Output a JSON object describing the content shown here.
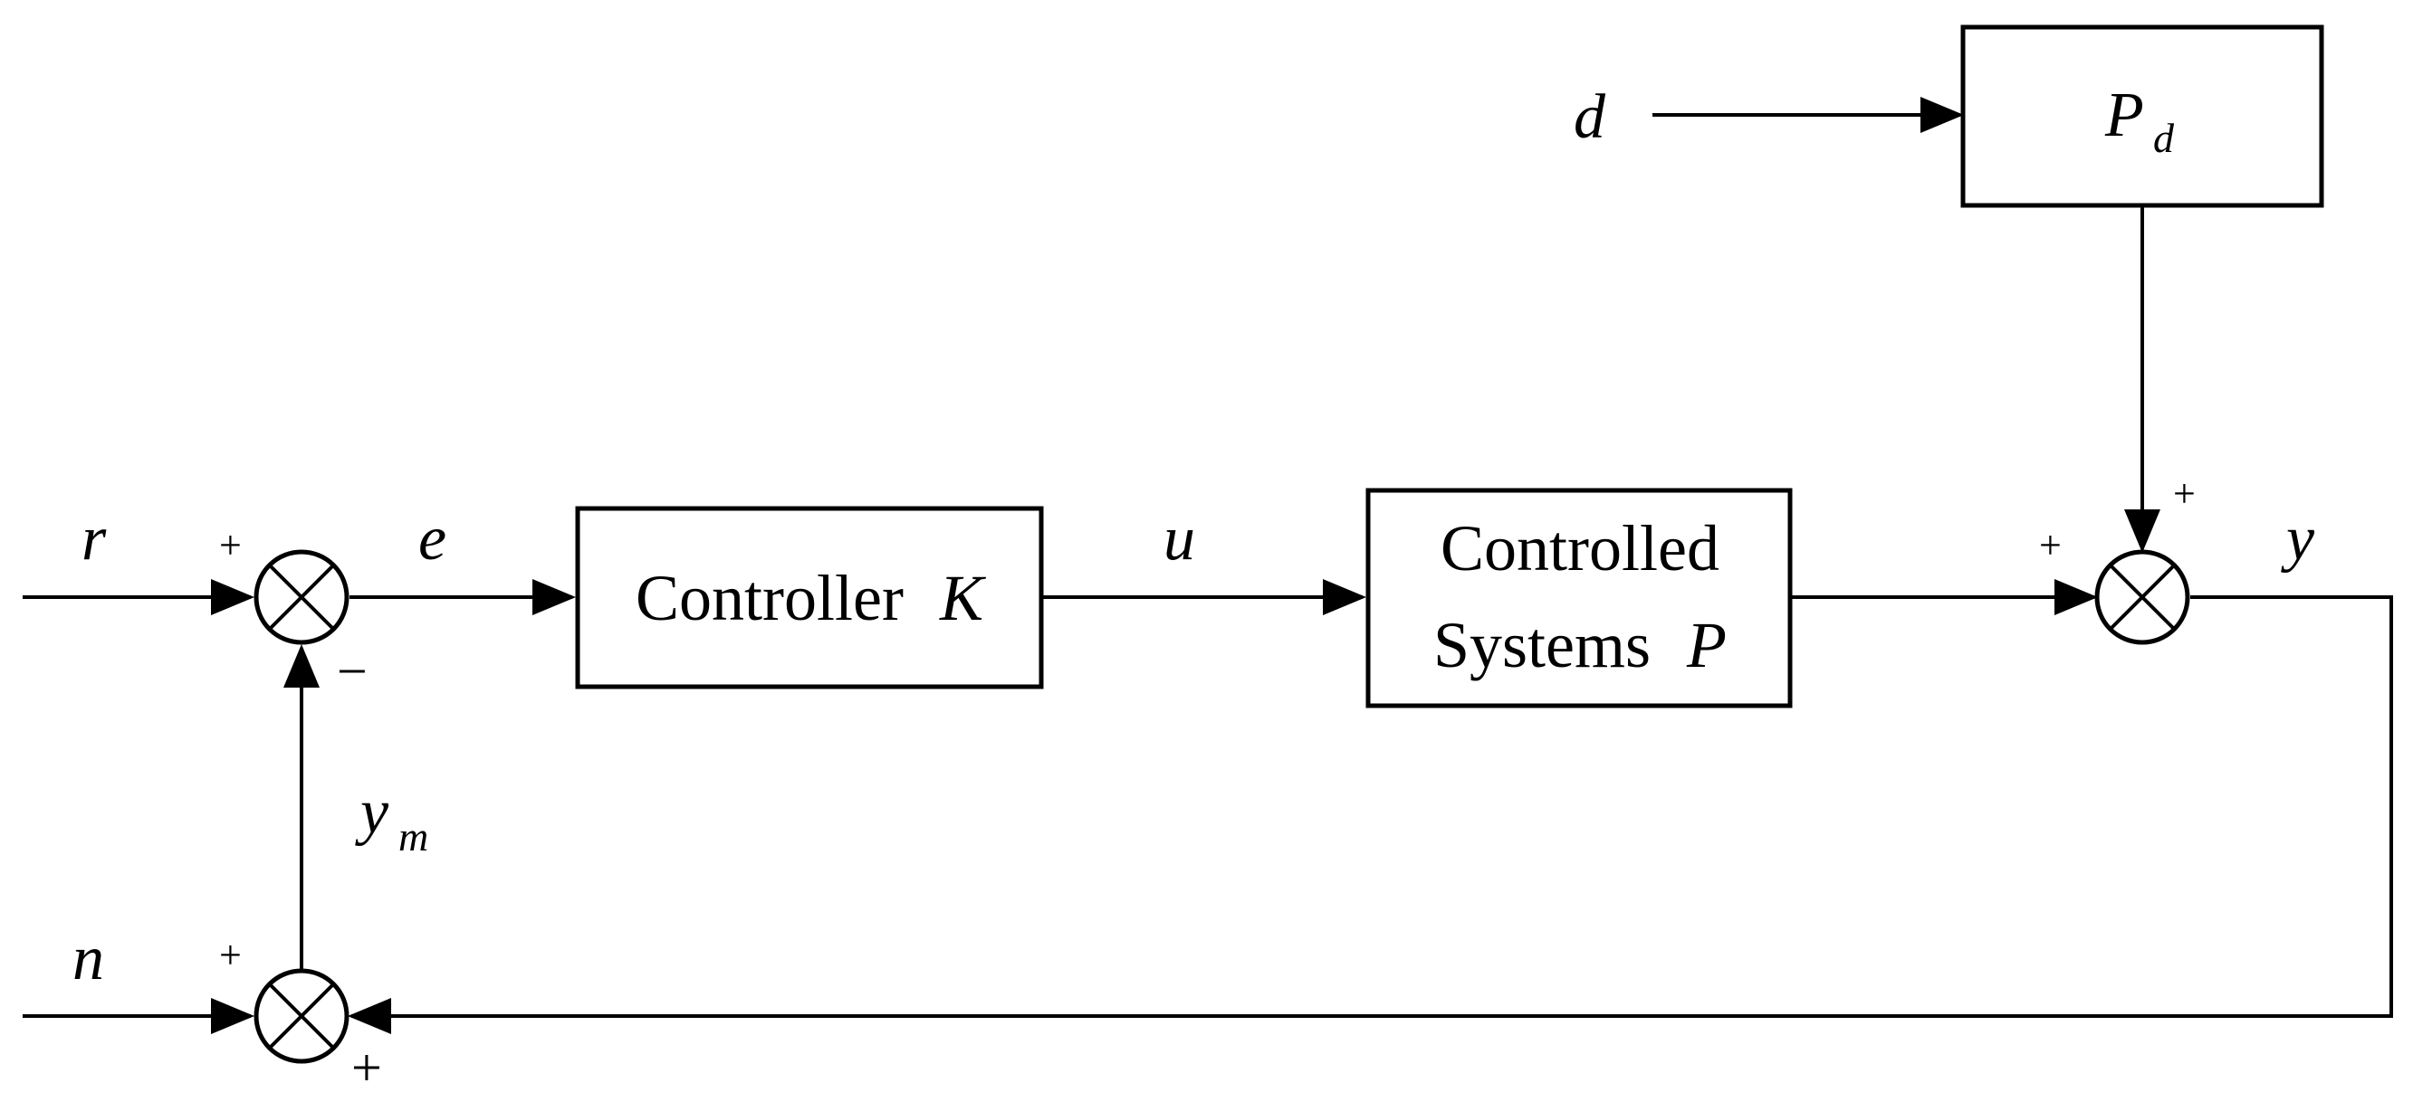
{
  "signals": {
    "r": "r",
    "e": "e",
    "u": "u",
    "y": "y",
    "y_m_base": "y",
    "y_m_sub": "m",
    "n": "n",
    "d": "d"
  },
  "blocks": {
    "controller": {
      "text": "Controller",
      "symbol": "K"
    },
    "plant": {
      "line1": "Controlled",
      "line2_text": "Systems",
      "symbol": "P"
    },
    "disturbance": {
      "symbol": "P",
      "sub": "d"
    }
  },
  "signs": {
    "sum1_r": "+",
    "sum1_feedback": "−",
    "sum2_plant": "+",
    "sum2_disturbance": "+",
    "sum3_n": "+",
    "sum3_y": "+"
  }
}
